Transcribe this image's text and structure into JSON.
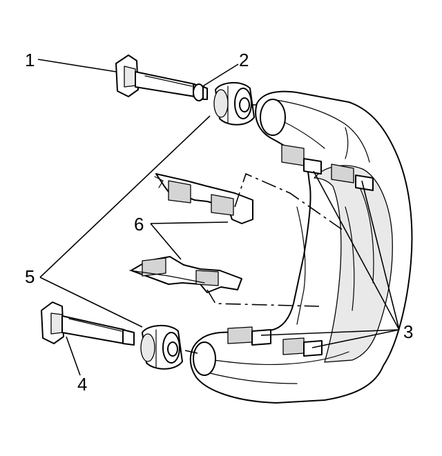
{
  "callouts": {
    "c1": "1",
    "c2": "2",
    "c3": "3",
    "c4": "4",
    "c5": "5",
    "c6": "6"
  },
  "colors": {
    "line": "#000000",
    "fill": "#ffffff",
    "shade": "#e9e9e9"
  }
}
